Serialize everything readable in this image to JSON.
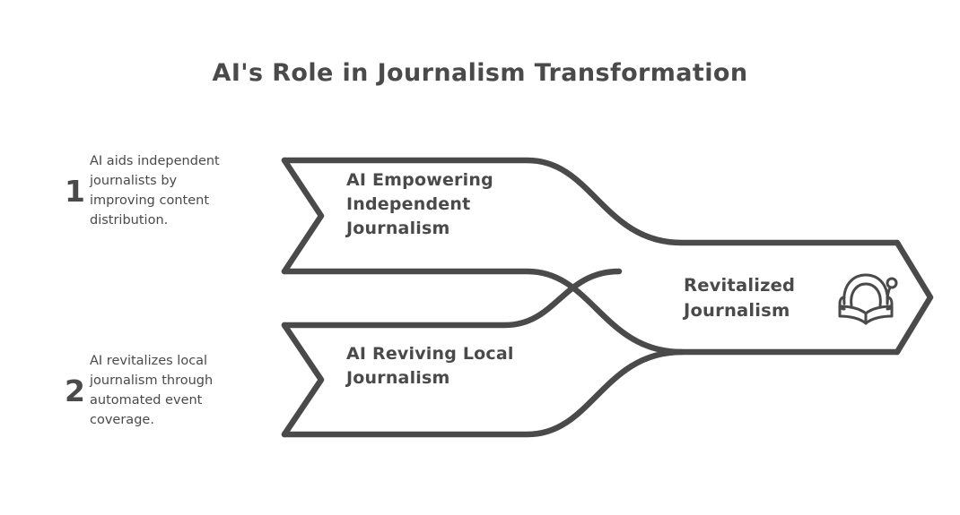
{
  "page": {
    "title": "AI's Role in Journalism Transformation",
    "background_color": "#ffffff",
    "stroke_color": "#4a4a4a"
  },
  "steps": [
    {
      "number": "1",
      "description": "AI aids independent journalists by improving content distribution.",
      "stage_label": "AI Empowering Independent Journalism"
    },
    {
      "number": "2",
      "description": "AI revitalizes local journalism through automated event coverage.",
      "stage_label": "AI Reviving Local Journalism"
    }
  ],
  "outcome": {
    "label": "Revitalized Journalism",
    "icon": "open-book-with-headset-icon"
  }
}
